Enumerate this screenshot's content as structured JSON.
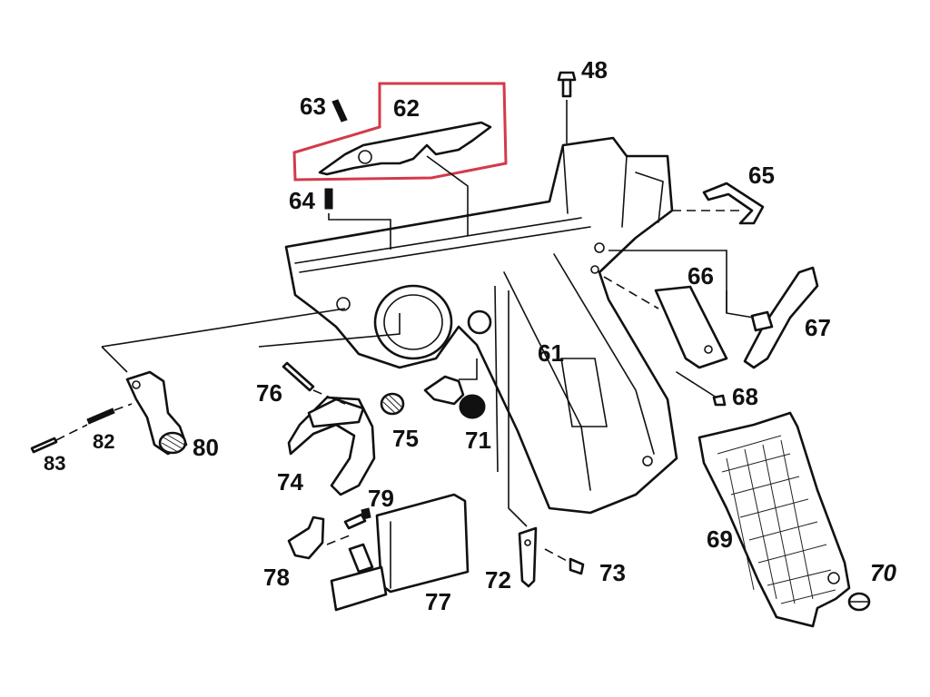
{
  "diagram": {
    "highlight_color": "#d33a4a",
    "ink_color": "#111111",
    "callouts": [
      {
        "key": "c48",
        "label": "48"
      },
      {
        "key": "c61",
        "label": "61"
      },
      {
        "key": "c62",
        "label": "62"
      },
      {
        "key": "c63",
        "label": "63"
      },
      {
        "key": "c64",
        "label": "64"
      },
      {
        "key": "c65",
        "label": "65"
      },
      {
        "key": "c66",
        "label": "66"
      },
      {
        "key": "c67",
        "label": "67"
      },
      {
        "key": "c68",
        "label": "68"
      },
      {
        "key": "c69",
        "label": "69"
      },
      {
        "key": "c70",
        "label": "70"
      },
      {
        "key": "c71",
        "label": "71"
      },
      {
        "key": "c72",
        "label": "72"
      },
      {
        "key": "c73",
        "label": "73"
      },
      {
        "key": "c74",
        "label": "74"
      },
      {
        "key": "c75",
        "label": "75"
      },
      {
        "key": "c76",
        "label": "76"
      },
      {
        "key": "c77",
        "label": "77"
      },
      {
        "key": "c78",
        "label": "78"
      },
      {
        "key": "c79",
        "label": "79"
      },
      {
        "key": "c80",
        "label": "80"
      },
      {
        "key": "c82",
        "label": "82"
      },
      {
        "key": "c83",
        "label": "83"
      }
    ],
    "highlighted_part": "62"
  }
}
